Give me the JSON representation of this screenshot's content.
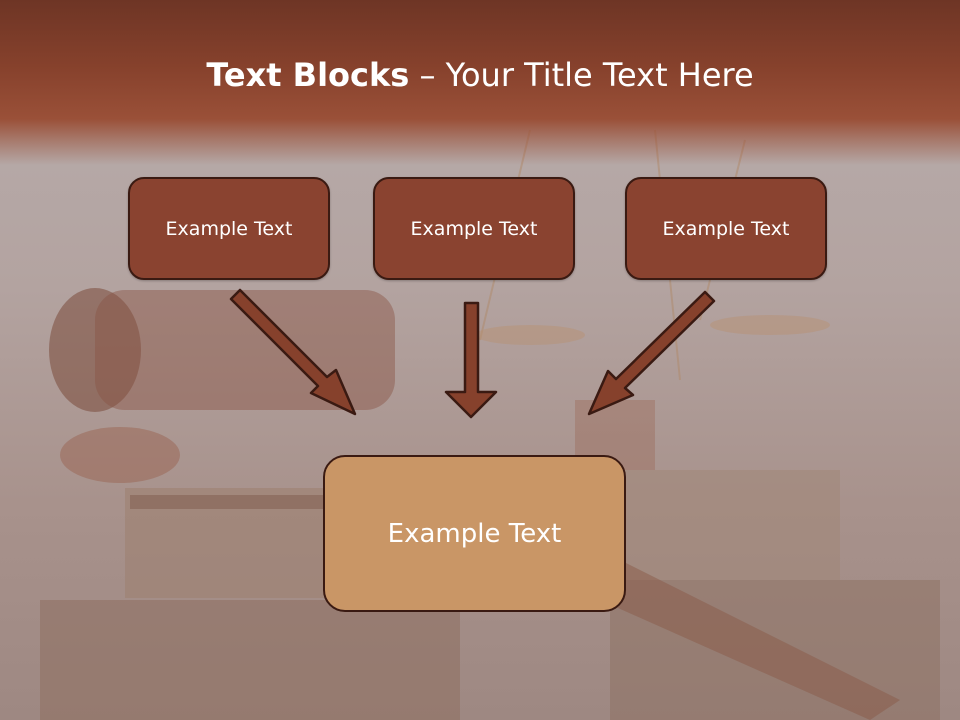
{
  "title": {
    "bold": "Text Blocks",
    "separator": " – ",
    "rest": "Your Title Text Here"
  },
  "blocks": [
    {
      "label": "Example Text"
    },
    {
      "label": "Example Text"
    },
    {
      "label": "Example Text"
    }
  ],
  "center_block": {
    "label": "Example Text"
  },
  "colors": {
    "header": "#86412c",
    "block_fill": "#8a4330",
    "center_fill": "#c99666",
    "border": "#3a1a12",
    "arrow_fill": "#86412c"
  }
}
